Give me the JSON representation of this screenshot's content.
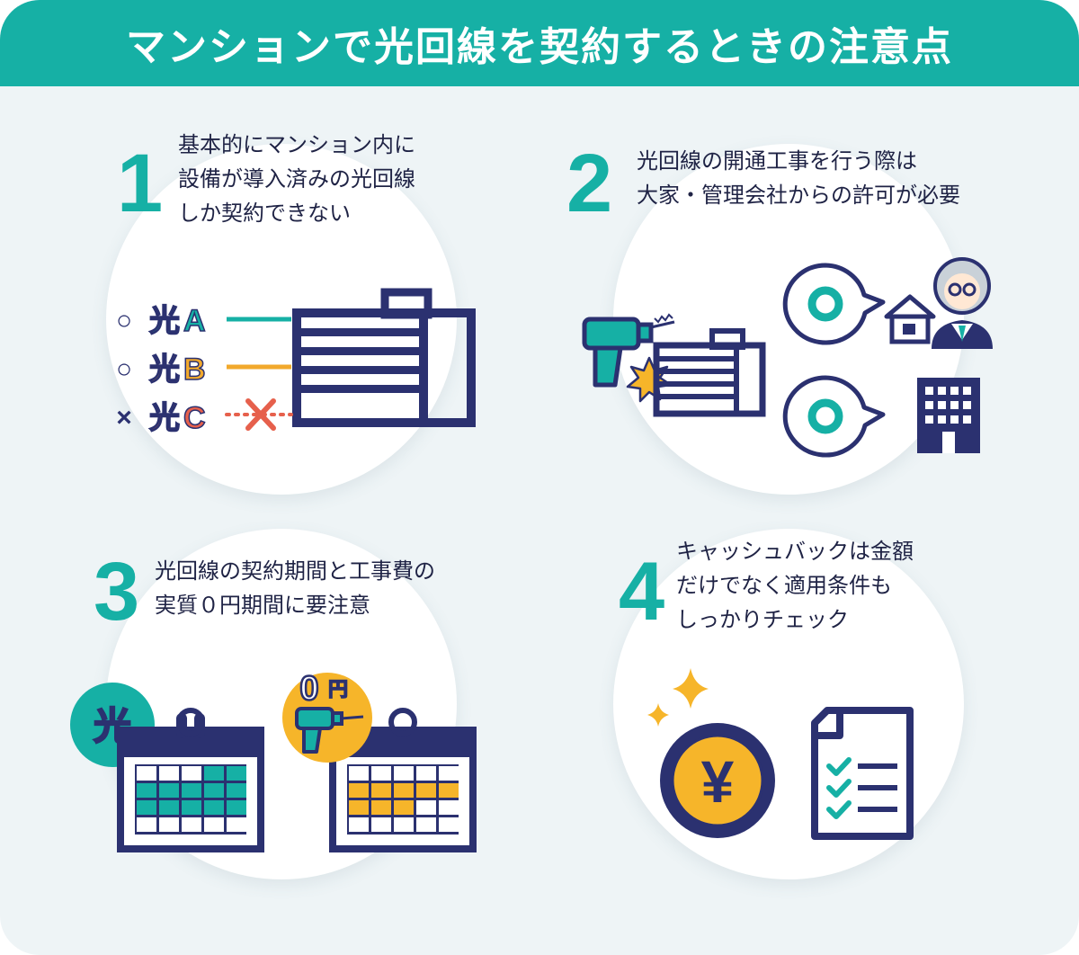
{
  "title": "マンションで光回線を契約するときの注意点",
  "colors": {
    "teal": "#16b0a5",
    "navy": "#2b3170",
    "orange": "#f2a92c",
    "red": "#e6604c",
    "gold": "#f6b52a",
    "background": "#eef4f6"
  },
  "points": [
    {
      "number": "1",
      "lines": [
        "基本的にマンション内に",
        "設備が導入済みの光回線",
        "しか契約できない"
      ],
      "options": [
        {
          "mark": "○",
          "label": "光",
          "letter": "A",
          "color": "#16b0a5"
        },
        {
          "mark": "○",
          "label": "光",
          "letter": "B",
          "color": "#f2a92c"
        },
        {
          "mark": "×",
          "label": "光",
          "letter": "C",
          "color": "#e6604c"
        }
      ]
    },
    {
      "number": "2",
      "lines": [
        "光回線の開通工事を行う際は",
        "大家・管理会社からの許可が必要"
      ],
      "icons": [
        "drill-icon",
        "building-icon",
        "speech-bubble-icon",
        "house-icon",
        "landlord-icon",
        "office-building-icon"
      ]
    },
    {
      "number": "3",
      "lines": [
        "光回線の契約期間と工事費の",
        "実質０円期間に要注意"
      ],
      "badges": {
        "hikari": "光",
        "zero_amount": "0",
        "zero_unit": "円"
      }
    },
    {
      "number": "4",
      "lines": [
        "キャッシュバックは金額",
        "だけでなく適用条件も",
        "しっかりチェック"
      ],
      "coin_symbol": "¥"
    }
  ]
}
